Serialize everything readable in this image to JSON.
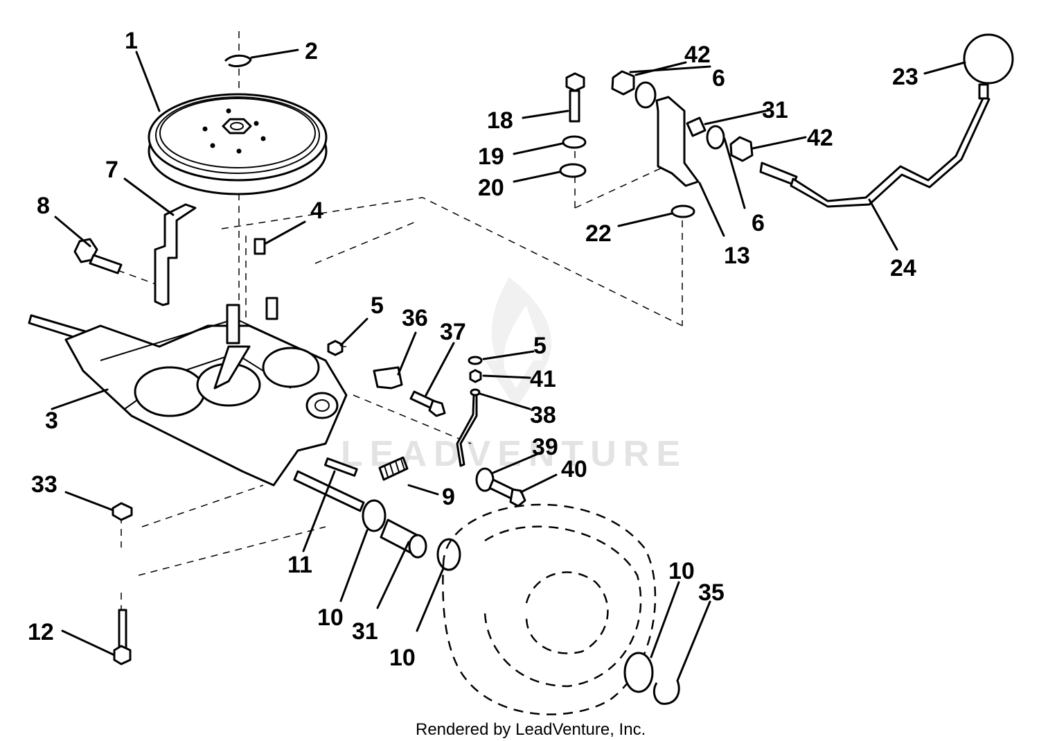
{
  "credit": "Rendered by LeadVenture, Inc.",
  "watermark": {
    "text": "LEADVENTURE",
    "icon": "flame-logo-icon"
  },
  "callouts": [
    {
      "id": "c1",
      "label": "1"
    },
    {
      "id": "c2",
      "label": "2"
    },
    {
      "id": "c3",
      "label": "3"
    },
    {
      "id": "c4",
      "label": "4"
    },
    {
      "id": "c5a",
      "label": "5"
    },
    {
      "id": "c5b",
      "label": "5"
    },
    {
      "id": "c6a",
      "label": "6"
    },
    {
      "id": "c6b",
      "label": "6"
    },
    {
      "id": "c7",
      "label": "7"
    },
    {
      "id": "c8",
      "label": "8"
    },
    {
      "id": "c9",
      "label": "9"
    },
    {
      "id": "c10a",
      "label": "10"
    },
    {
      "id": "c10b",
      "label": "10"
    },
    {
      "id": "c10c",
      "label": "10"
    },
    {
      "id": "c11",
      "label": "11"
    },
    {
      "id": "c12",
      "label": "12"
    },
    {
      "id": "c13",
      "label": "13"
    },
    {
      "id": "c18",
      "label": "18"
    },
    {
      "id": "c19",
      "label": "19"
    },
    {
      "id": "c20",
      "label": "20"
    },
    {
      "id": "c22",
      "label": "22"
    },
    {
      "id": "c23",
      "label": "23"
    },
    {
      "id": "c24",
      "label": "24"
    },
    {
      "id": "c31a",
      "label": "31"
    },
    {
      "id": "c31b",
      "label": "31"
    },
    {
      "id": "c33",
      "label": "33"
    },
    {
      "id": "c35",
      "label": "35"
    },
    {
      "id": "c36",
      "label": "36"
    },
    {
      "id": "c37",
      "label": "37"
    },
    {
      "id": "c38",
      "label": "38"
    },
    {
      "id": "c39",
      "label": "39"
    },
    {
      "id": "c40",
      "label": "40"
    },
    {
      "id": "c41",
      "label": "41"
    },
    {
      "id": "c42a",
      "label": "42"
    },
    {
      "id": "c42b",
      "label": "42"
    }
  ]
}
